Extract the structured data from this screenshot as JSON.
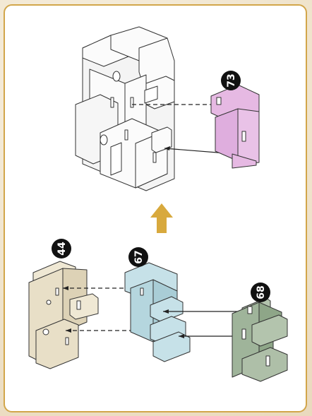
{
  "parts": {
    "p73": {
      "label": "73",
      "color": "#e6b9e3"
    },
    "p44": {
      "label": "44",
      "color": "#e8dfc7"
    },
    "p67": {
      "label": "67",
      "color": "#b5d6de"
    },
    "p68": {
      "label": "68",
      "color": "#9fb49a"
    }
  },
  "colors": {
    "frame": "#d2a64a",
    "arrow": "#d8a93d",
    "line": "#222222",
    "badge": "#111111"
  },
  "icons": {
    "assembly_arrow": "arrow-up-icon"
  }
}
